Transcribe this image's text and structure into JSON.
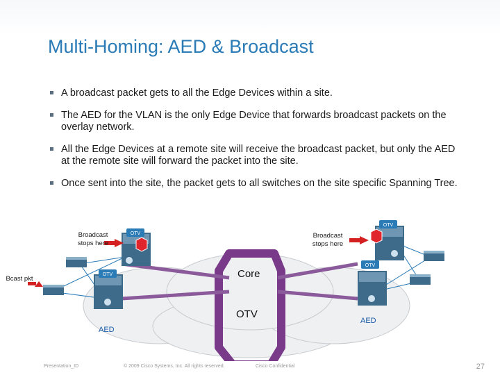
{
  "slide": {
    "title": "Multi-Homing: AED & Broadcast",
    "bullets": [
      {
        "text": "A broadcast packet gets to all the Edge Devices within a site."
      },
      {
        "text": "The AED for the VLAN is the only Edge Device that forwards broadcast packets on the overlay network."
      },
      {
        "text": "All the Edge Devices at a remote site will receive the broadcast packet, but only the AED at the remote site will forward the packet into the site."
      },
      {
        "text": "Once sent into the site, the packet gets to all switches on the site specific Spanning Tree."
      }
    ]
  },
  "diagram": {
    "broadcast_stops_left": "Broadcast stops here",
    "broadcast_stops_right": "Broadcast stops here",
    "bcast_pkt": "Bcast pkt",
    "core": "Core",
    "otv_center": "OTV",
    "otv_tag": "OTV",
    "aed_left": "AED",
    "aed_right": "AED",
    "colors": {
      "overlay": "#7a3a8a",
      "accent": "#2a7bb6",
      "stop": "#e0262c",
      "arrow": "#d42020"
    }
  },
  "footer": {
    "left": "Presentation_ID",
    "center": "© 2009 Cisco Systems, Inc. All rights reserved.",
    "right": "Cisco Confidential",
    "page": "27"
  }
}
